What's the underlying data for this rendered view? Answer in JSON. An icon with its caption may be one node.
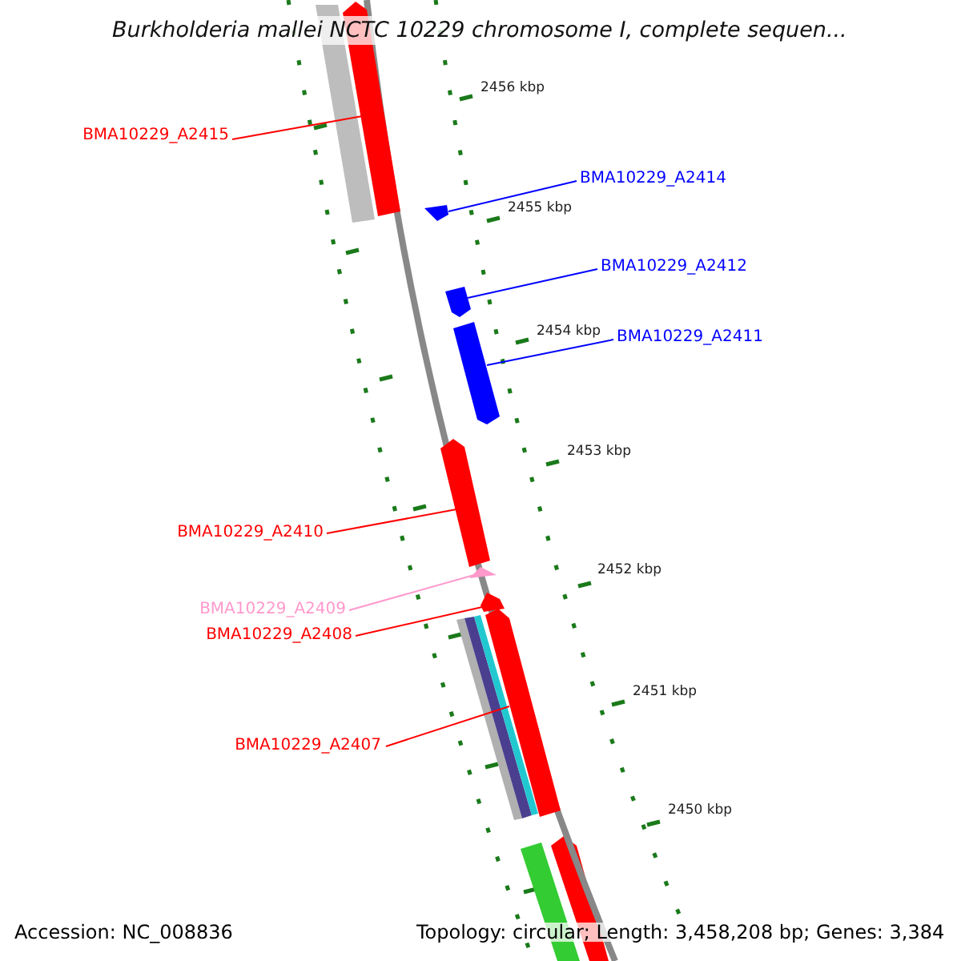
{
  "diagram": {
    "title": "Burkholderia mallei NCTC 10229 chromosome I, complete sequen...",
    "nodes": [
      {
        "text": [
          "BMA10229_A2415"
        ]
      },
      {
        "text": [],
        "shape": "bar"
      },
      {
        "text": [
          "BMA10229_A2414"
        ]
      },
      {
        "text": [],
        "shape": "bar"
      },
      {
        "text": [
          "BMA10229_A2412"
        ]
      },
      {
        "text": [],
        "shape": "bar"
      },
      {
        "text": [
          "BMA10229_A2411"
        ]
      },
      {
        "text": [],
        "shape": "bar"
      },
      {
        "text": [
          "BMA10229_A2410"
        ]
      },
      {
        "text": [],
        "shape": "bar"
      },
      {
        "text": [
          "BMA10229_A2409"
        ]
      },
      {
        "text": [],
        "shape": "bar"
      },
      {
        "text": [
          "BMA10229_A2408"
        ]
      },
      {
        "text": [],
        "shape": "bar"
      },
      {
        "text": [
          "BMA10229_A2407"
        ]
      },
      {
        "text": [],
        "shape": "bar"
      }
    ],
    "edges": [
      {
        "from": 0,
        "to": 1,
        "arrow": "none"
      },
      {
        "from": 2,
        "to": 3,
        "arrow": "none",
        "color": "#0000ff"
      },
      {
        "from": 4,
        "to": 5,
        "arrow": "none",
        "color": "#0000ff"
      },
      {
        "from": 6,
        "to": 7,
        "arrow": "none",
        "color": "#0000ff"
      },
      {
        "from": 8,
        "to": 9,
        "arrow": "none"
      },
      {
        "from": 10,
        "to": 11,
        "arrow": "none",
        "color": "#ff99cc"
      },
      {
        "from": 12,
        "to": 13,
        "arrow": "none"
      },
      {
        "from": 14,
        "to": 15,
        "arrow": "none"
      }
    ],
    "labels": [
      "2456 kbp",
      "2455 kbp",
      "2454 kbp",
      "2453 kbp",
      "2452 kbp",
      "2451 kbp",
      "2450 kbp",
      "Accession: NC_008836",
      "Topology: circular; Length: 3,458,208 bp; Genes: 3,384"
    ]
  }
}
